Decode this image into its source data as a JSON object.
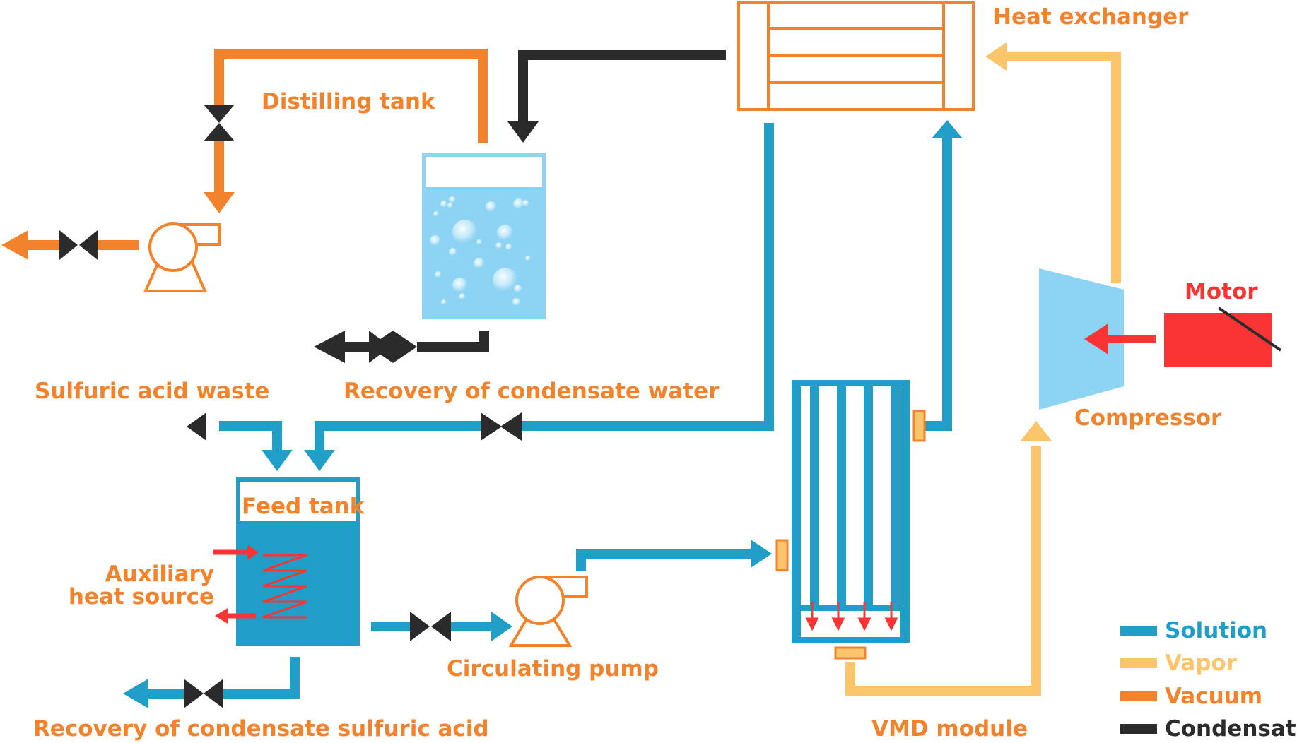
{
  "colors": {
    "solution": "#219ec8",
    "vapor": "#fdc56b",
    "vacuum": "#f2832c",
    "condensate": "#2b2b2b",
    "label": "#f2832c",
    "motor": "#fa3434",
    "water_light": "#8dd3f3",
    "legend_text_solution": "#219ec8",
    "legend_text_vapor": "#fdc56b",
    "legend_text_vacuum": "#f2832c",
    "legend_text_condensate": "#2b2b2b"
  },
  "labels": {
    "heat_exchanger": "Heat exchanger",
    "distilling_tank": "Distilling tank",
    "motor": "Motor",
    "compressor": "Compressor",
    "sulfuric_acid_waste": "Sulfuric acid waste",
    "recovery_condensate_water": "Recovery of condensate water",
    "feed_tank": "Feed tank",
    "auxiliary_line1": "Auxiliary",
    "auxiliary_line2": "heat source",
    "circulating_pump": "Circulating pump",
    "recovery_condensate_acid": "Recovery of condensate sulfuric acid",
    "vmd_module": "VMD module"
  },
  "legend": [
    {
      "label": "Solution",
      "color": "#219ec8",
      "text_color": "#219ec8"
    },
    {
      "label": "Vapor",
      "color": "#fdc56b",
      "text_color": "#fdc56b"
    },
    {
      "label": "Vacuum",
      "color": "#f2832c",
      "text_color": "#f2832c"
    },
    {
      "label": "Condensate",
      "color": "#f2832c",
      "text_color": "#2b2b2b"
    }
  ]
}
